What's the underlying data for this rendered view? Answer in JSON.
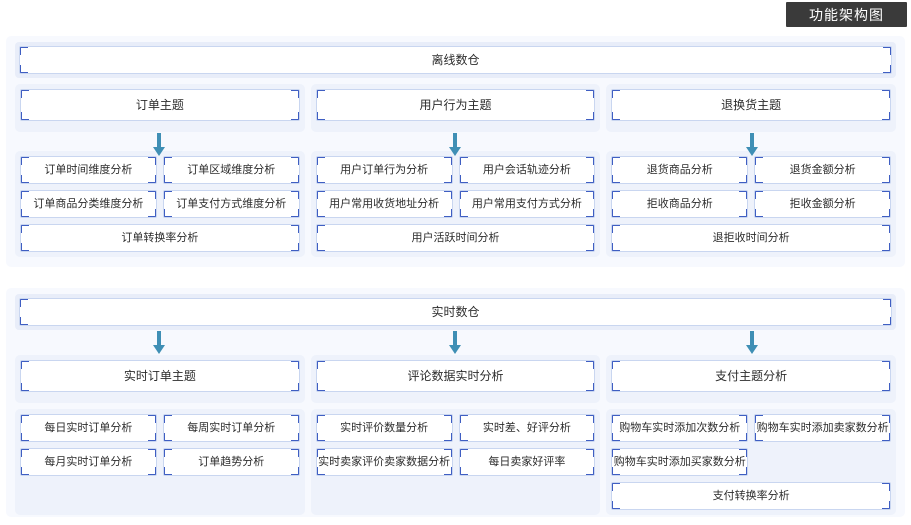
{
  "title_badge": {
    "label": "功能架构图"
  },
  "sections": [
    {
      "name": "offline",
      "root": {
        "label": "离线数仓"
      },
      "columns": [
        {
          "head": "订单主题",
          "leaves": [
            {
              "label": "订单时间维度分析",
              "span": "half"
            },
            {
              "label": "订单区域维度分析",
              "span": "half"
            },
            {
              "label": "订单商品分类维度分析",
              "span": "half"
            },
            {
              "label": "订单支付方式维度分析",
              "span": "half"
            },
            {
              "label": "订单转换率分析",
              "span": "full"
            }
          ]
        },
        {
          "head": "用户行为主题",
          "leaves": [
            {
              "label": "用户订单行为分析",
              "span": "half"
            },
            {
              "label": "用户会话轨迹分析",
              "span": "half"
            },
            {
              "label": "用户常用收货地址分析",
              "span": "half"
            },
            {
              "label": "用户常用支付方式分析",
              "span": "half"
            },
            {
              "label": "用户活跃时间分析",
              "span": "full"
            }
          ]
        },
        {
          "head": "退换货主题",
          "leaves": [
            {
              "label": "退货商品分析",
              "span": "half"
            },
            {
              "label": "退货金额分析",
              "span": "half"
            },
            {
              "label": "拒收商品分析",
              "span": "half"
            },
            {
              "label": "拒收金额分析",
              "span": "half"
            },
            {
              "label": "退拒收时间分析",
              "span": "full"
            }
          ]
        }
      ]
    },
    {
      "name": "realtime",
      "root": {
        "label": "实时数仓"
      },
      "columns": [
        {
          "head": "实时订单主题",
          "leaves": [
            {
              "label": "每日实时订单分析",
              "span": "half"
            },
            {
              "label": "每周实时订单分析",
              "span": "half"
            },
            {
              "label": "每月实时订单分析",
              "span": "half"
            },
            {
              "label": "订单趋势分析",
              "span": "half"
            }
          ]
        },
        {
          "head": "评论数据实时分析",
          "leaves": [
            {
              "label": "实时评价数量分析",
              "span": "half"
            },
            {
              "label": "实时差、好评分析",
              "span": "half"
            },
            {
              "label": "实时卖家评价卖家数据分析",
              "span": "half"
            },
            {
              "label": "每日卖家好评率",
              "span": "half"
            }
          ]
        },
        {
          "head": "支付主题分析",
          "leaves": [
            {
              "label": "购物车实时添加次数分析",
              "span": "half"
            },
            {
              "label": "购物车实时添加卖家数分析",
              "span": "half"
            },
            {
              "label": "购物车实时添加买家数分析",
              "span": "half"
            },
            {
              "label": "支付转换率分析",
              "span": "full"
            }
          ]
        }
      ]
    }
  ],
  "colors": {
    "badge_bg": "#3a3a3a",
    "bracket": "#3f5ec2",
    "arrow": "#3f8fb5",
    "section_bg": "#f7f9fe",
    "column_bg": "#eef2fb",
    "root_bar_bg": "#e8edf9"
  }
}
